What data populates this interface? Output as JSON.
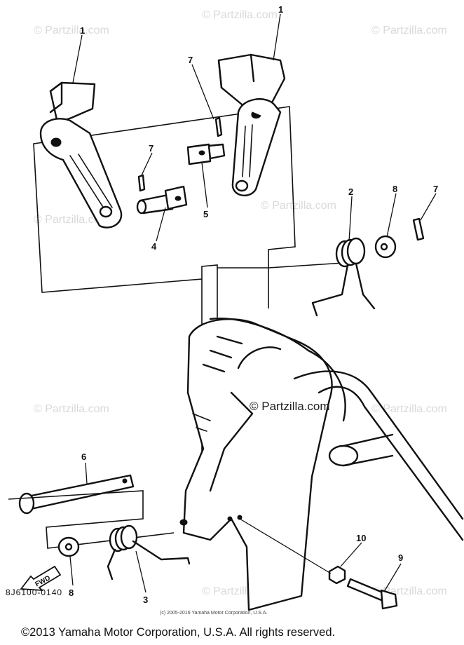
{
  "watermark_text": "© Partzilla.com",
  "center_watermark_text": "© Partzilla.com",
  "diagram_code": "8J6100-0140",
  "fwd_label": "FWD",
  "small_copyright": "(c) 2005-2016 Yamaha Motor Corporation, U.S.A.",
  "main_copyright": "©2013 Yamaha Motor Corporation, U.S.A. All rights reserved.",
  "callouts": {
    "c1_left": "1",
    "c1_right": "1",
    "c2": "2",
    "c3": "3",
    "c4": "4",
    "c5": "5",
    "c6": "6",
    "c7_top": "7",
    "c7_mid": "7",
    "c7_right": "7",
    "c8_right": "8",
    "c8_left": "8",
    "c9": "9",
    "c10": "10"
  },
  "colors": {
    "ink": "#111111",
    "watermark": "#d9d9d9",
    "background": "#ffffff"
  }
}
